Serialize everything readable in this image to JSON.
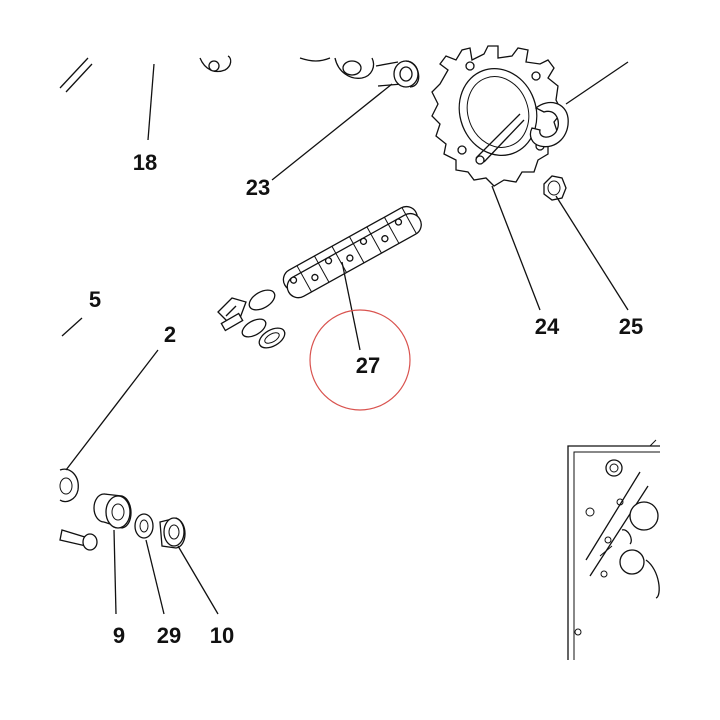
{
  "callouts": [
    {
      "id": "18",
      "label": "18"
    },
    {
      "id": "23",
      "label": "23"
    },
    {
      "id": "24",
      "label": "24"
    },
    {
      "id": "25",
      "label": "25"
    },
    {
      "id": "5",
      "label": "5"
    },
    {
      "id": "2",
      "label": "2"
    },
    {
      "id": "27",
      "label": "27"
    },
    {
      "id": "9",
      "label": "9"
    },
    {
      "id": "29",
      "label": "29"
    },
    {
      "id": "10",
      "label": "10"
    }
  ],
  "highlight": {
    "callout": "27",
    "color": "#d9534f"
  },
  "colors": {
    "ink": "#111111",
    "background": "#ffffff"
  }
}
